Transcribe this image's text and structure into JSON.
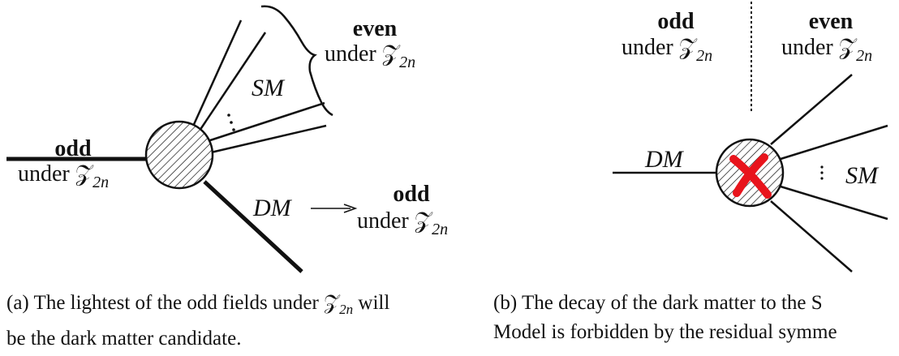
{
  "panel_a": {
    "labels": {
      "even_bold": "even",
      "even_under": "under 𝒵",
      "even_sub": "2n",
      "sm": "SM",
      "odd_left_bold": "odd",
      "odd_left_under": "under 𝒵",
      "odd_left_sub": "2n",
      "dm": "DM",
      "odd_right_bold": "odd",
      "odd_right_under": "under 𝒵",
      "odd_right_sub": "2n"
    },
    "caption": {
      "line1": "(a) The lightest of the odd fields under 𝒵",
      "line1_sub": "2n",
      "line1_end": " will",
      "line2": "be the dark matter candidate."
    }
  },
  "panel_b": {
    "labels": {
      "odd_bold": "odd",
      "odd_under": "under 𝒵",
      "odd_sub": "2n",
      "even_bold": "even",
      "even_under": "under 𝒵",
      "even_sub": "2n",
      "dm": "DM",
      "sm": "SM"
    },
    "caption": {
      "line1": "(b) The decay of the dark matter to the S",
      "line2": "Model is forbidden by the residual symme"
    },
    "forbidden_mark_color": "#e8141c"
  }
}
